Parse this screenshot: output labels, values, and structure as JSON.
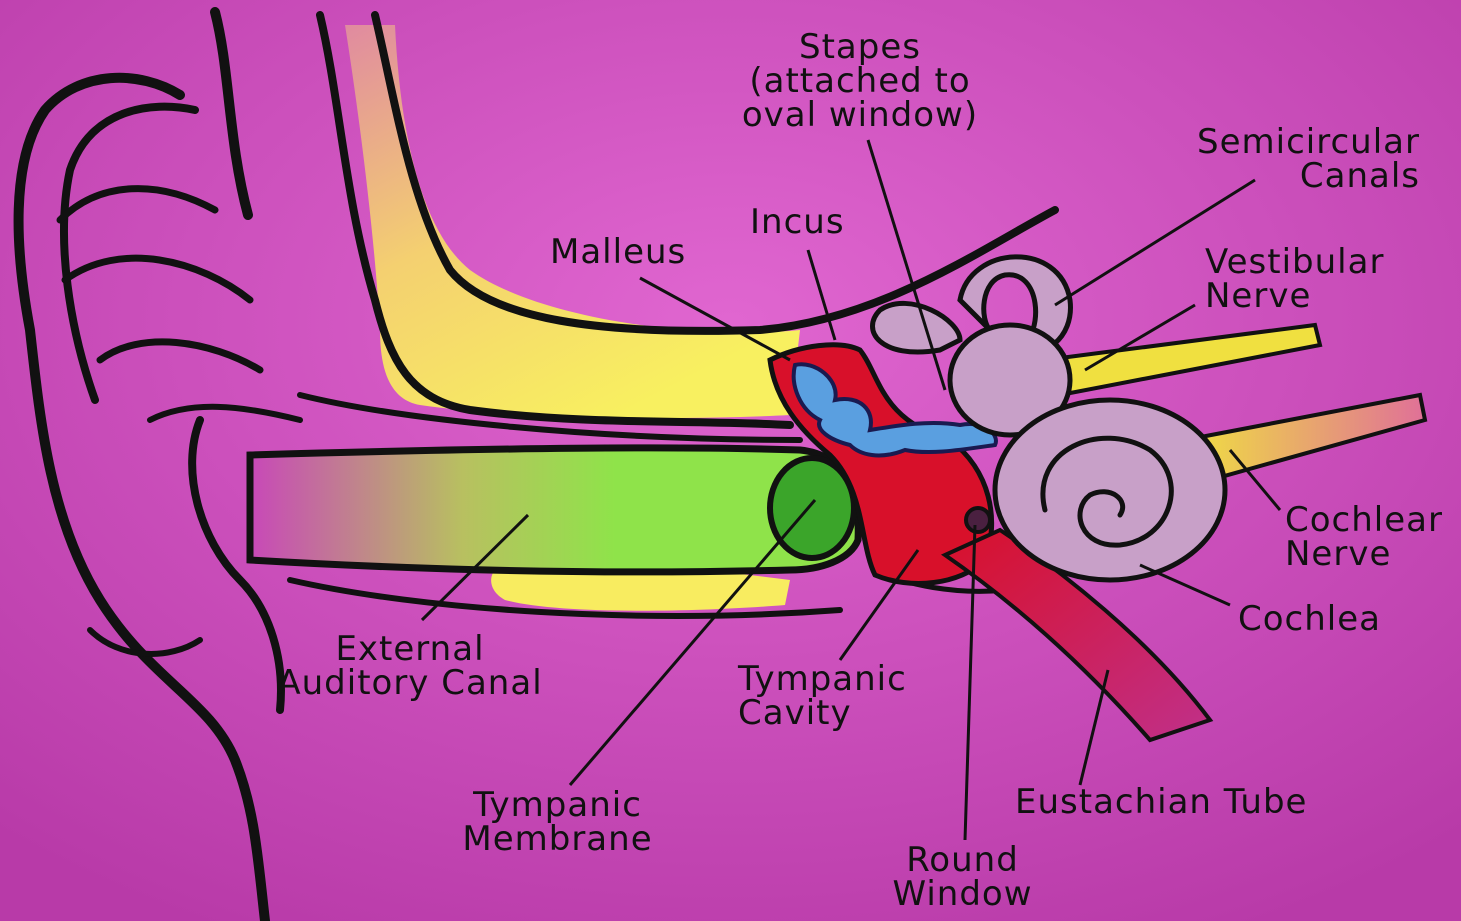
{
  "diagram": {
    "colors": {
      "background": "#c848b8",
      "ear_outline": "#111111",
      "bone": "#f4e060",
      "canal": "#8fe34a",
      "tympanic_membrane": "#3ba52a",
      "middle_ear": "#d8102a",
      "ossicles": "#5a9fe0",
      "inner_ear": "#c8a0c8",
      "nerve": "#f0e040"
    },
    "labels": {
      "stapes": [
        "Stapes",
        "(attached to",
        "oval window)"
      ],
      "semicircular_canals": [
        "Semicircular",
        "Canals"
      ],
      "incus": [
        "Incus"
      ],
      "malleus": [
        "Malleus"
      ],
      "vestibular_nerve": [
        "Vestibular",
        "Nerve"
      ],
      "cochlear_nerve": [
        "Cochlear",
        "Nerve"
      ],
      "cochlea": [
        "Cochlea"
      ],
      "external_auditory_canal": [
        "External",
        "Auditory Canal"
      ],
      "tympanic_cavity": [
        "Tympanic",
        "Cavity"
      ],
      "tympanic_membrane": [
        "Tympanic",
        "Membrane"
      ],
      "eustachian_tube": [
        "Eustachian Tube"
      ],
      "round_window": [
        "Round",
        "Window"
      ]
    }
  }
}
